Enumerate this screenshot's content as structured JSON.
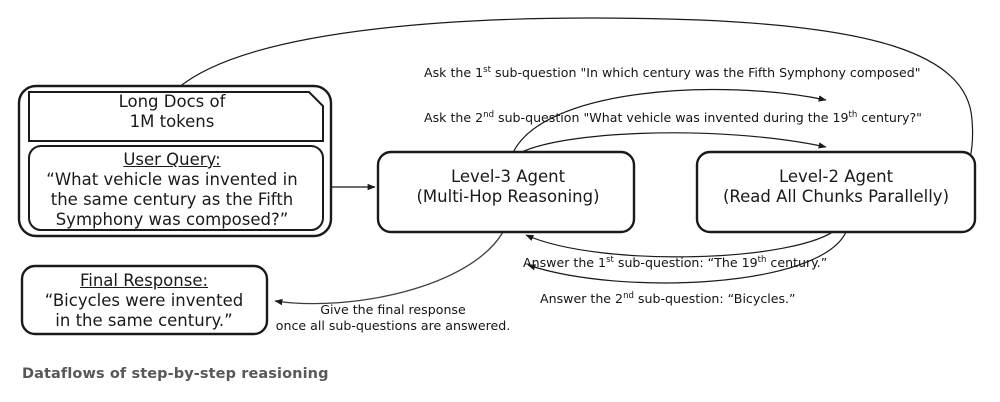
{
  "diagram": {
    "caption": "Dataflows of step-by-step reasioning",
    "stroke_color": "#1a1a1a",
    "caption_color": "#58585a",
    "background": "#ffffff"
  },
  "nodes": {
    "long_docs": {
      "line1": "Long Docs of",
      "line2": "1M tokens"
    },
    "user_query": {
      "title": "User Query:",
      "line1": "“What vehicle was invented in",
      "line2": "the same century as the Fifth",
      "line3": "Symphony was composed?”"
    },
    "level3_agent": {
      "title": "Level-3 Agent",
      "subtitle": "(Multi-Hop Reasoning)"
    },
    "level2_agent": {
      "title": "Level-2 Agent",
      "subtitle": "(Read All Chunks Parallelly)"
    },
    "final_response": {
      "title": "Final Response:",
      "line1": "“Bicycles were invented",
      "line2": "in the same century.”"
    }
  },
  "edge_labels": {
    "ask_1": {
      "pre": "Ask the 1",
      "sup": "st",
      "post": " sub-question \"In which century was the Fifth Symphony composed\""
    },
    "ask_2": {
      "pre": "Ask the 2",
      "sup": "nd",
      "mid": " sub-question \"What vehicle was invented during the 19",
      "sup2": "th",
      "post": " century?\""
    },
    "answer_1": {
      "pre": "Answer the 1",
      "sup": "st",
      "mid": " sub-question:  “The 19",
      "sup2": "th",
      "post": " century.”"
    },
    "answer_2": {
      "pre": "Answer the 2",
      "sup": "nd",
      "post": " sub-question:  “Bicycles.”"
    },
    "final": {
      "line1": "Give the final response",
      "line2": "once all sub-questions are answered."
    }
  }
}
